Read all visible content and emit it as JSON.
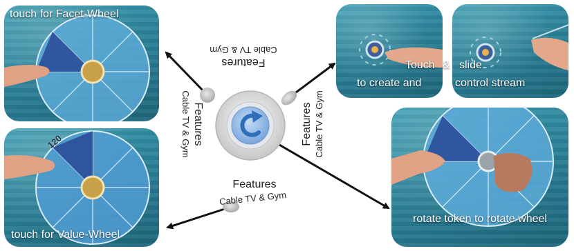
{
  "panels": {
    "facet_wheel": {
      "caption": "touch for Facet-Wheel"
    },
    "value_wheel": {
      "caption": "touch for Value-Wheel",
      "count_label": "120"
    },
    "touch_slide": {
      "touch": "Touch",
      "ampersand": "&",
      "slide": "slide",
      "create": "to create and",
      "control": "control stream"
    },
    "rotate": {
      "caption": "rotate token to rotate wheel"
    }
  },
  "token_labels": {
    "top": {
      "title": "Features",
      "subtitle": "Cable TV & Gym"
    },
    "left": {
      "title": "Features",
      "subtitle": "Cable TV & Gym"
    },
    "right": {
      "title": "Features",
      "subtitle": "Cable TV & Gym"
    },
    "bottom": {
      "title": "Features",
      "subtitle": "Cable TV & Gym"
    }
  },
  "icons": {
    "center_token": "rotate-arrow-icon"
  },
  "colors": {
    "tabletop": "#2a7f96",
    "wheel_fill": "#5aa9d6",
    "wheel_highlight": "#2b4f9a",
    "token_ring": "#d8d8d8",
    "token_core": "#8fb9e8",
    "arrow": "#111111"
  }
}
